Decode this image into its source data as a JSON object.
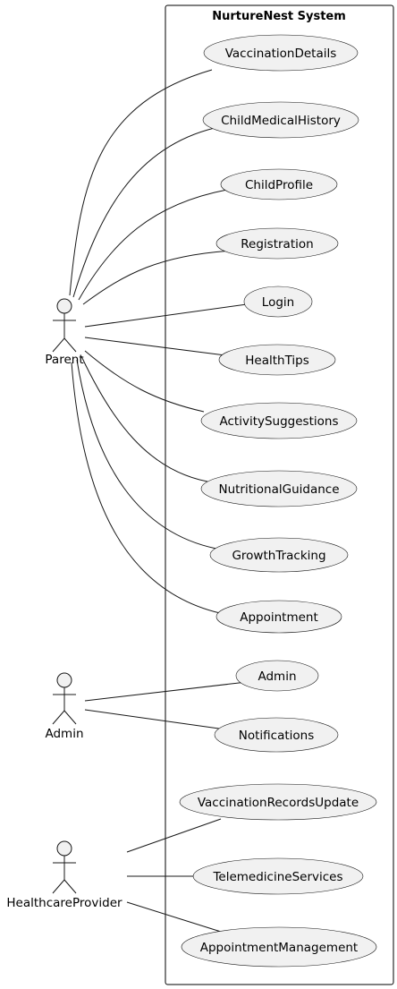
{
  "diagram": {
    "type": "use-case",
    "system_title": "NurtureNest System",
    "actors": [
      {
        "id": "parent",
        "label": "Parent"
      },
      {
        "id": "admin",
        "label": "Admin"
      },
      {
        "id": "healthcare",
        "label": "HealthcareProvider"
      }
    ],
    "use_cases": [
      {
        "id": "uc1",
        "label": "VaccinationDetails"
      },
      {
        "id": "uc2",
        "label": "ChildMedicalHistory"
      },
      {
        "id": "uc3",
        "label": "ChildProfile"
      },
      {
        "id": "uc4",
        "label": "Registration"
      },
      {
        "id": "uc5",
        "label": "Login"
      },
      {
        "id": "uc6",
        "label": "HealthTips"
      },
      {
        "id": "uc7",
        "label": "ActivitySuggestions"
      },
      {
        "id": "uc8",
        "label": "NutritionalGuidance"
      },
      {
        "id": "uc9",
        "label": "GrowthTracking"
      },
      {
        "id": "uc10",
        "label": "Appointment"
      },
      {
        "id": "uc11",
        "label": "Admin"
      },
      {
        "id": "uc12",
        "label": "Notifications"
      },
      {
        "id": "uc13",
        "label": "VaccinationRecordsUpdate"
      },
      {
        "id": "uc14",
        "label": "TelemedicineServices"
      },
      {
        "id": "uc15",
        "label": "AppointmentManagement"
      }
    ],
    "associations": [
      [
        "parent",
        "uc1"
      ],
      [
        "parent",
        "uc2"
      ],
      [
        "parent",
        "uc3"
      ],
      [
        "parent",
        "uc4"
      ],
      [
        "parent",
        "uc5"
      ],
      [
        "parent",
        "uc6"
      ],
      [
        "parent",
        "uc7"
      ],
      [
        "parent",
        "uc8"
      ],
      [
        "parent",
        "uc9"
      ],
      [
        "parent",
        "uc10"
      ],
      [
        "admin",
        "uc11"
      ],
      [
        "admin",
        "uc12"
      ],
      [
        "healthcare",
        "uc13"
      ],
      [
        "healthcare",
        "uc14"
      ],
      [
        "healthcare",
        "uc15"
      ]
    ]
  }
}
